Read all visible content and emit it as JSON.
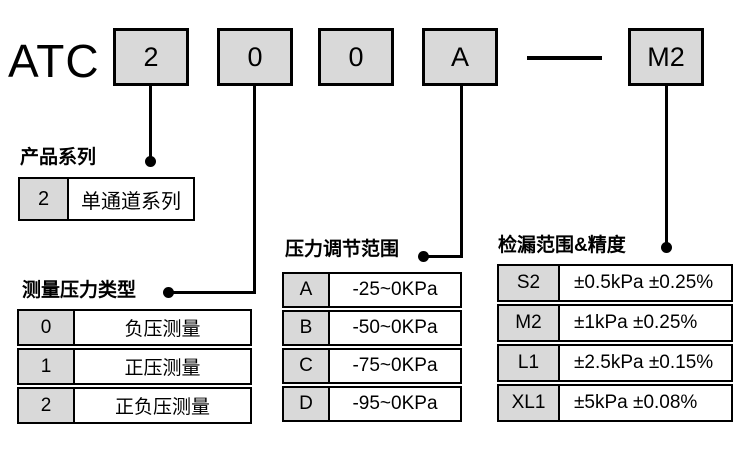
{
  "code": {
    "prefix": "ATC",
    "boxes": [
      "2",
      "0",
      "0",
      "A",
      "M2"
    ],
    "separator_name": "dash"
  },
  "colors": {
    "box_fill": "#d9d9d9",
    "border": "#000000",
    "background": "#ffffff"
  },
  "sections": [
    {
      "title": "产品系列",
      "rows": [
        {
          "key": "2",
          "value": "单通道系列"
        }
      ]
    },
    {
      "title": "测量压力类型",
      "rows": [
        {
          "key": "0",
          "value": "负压测量"
        },
        {
          "key": "1",
          "value": "正压测量"
        },
        {
          "key": "2",
          "value": "正负压测量"
        }
      ]
    },
    {
      "title": "压力调节范围",
      "rows": [
        {
          "key": "A",
          "value": "-25~0KPa"
        },
        {
          "key": "B",
          "value": "-50~0KPa"
        },
        {
          "key": "C",
          "value": "-75~0KPa"
        },
        {
          "key": "D",
          "value": "-95~0KPa"
        }
      ]
    },
    {
      "title": "检漏范围&精度",
      "rows": [
        {
          "key": "S2",
          "value": "±0.5kPa ±0.25%"
        },
        {
          "key": "M2",
          "value": "±1kPa ±0.25%"
        },
        {
          "key": "L1",
          "value": "±2.5kPa ±0.15%"
        },
        {
          "key": "XL1",
          "value": "±5kPa ±0.08%"
        }
      ]
    }
  ]
}
